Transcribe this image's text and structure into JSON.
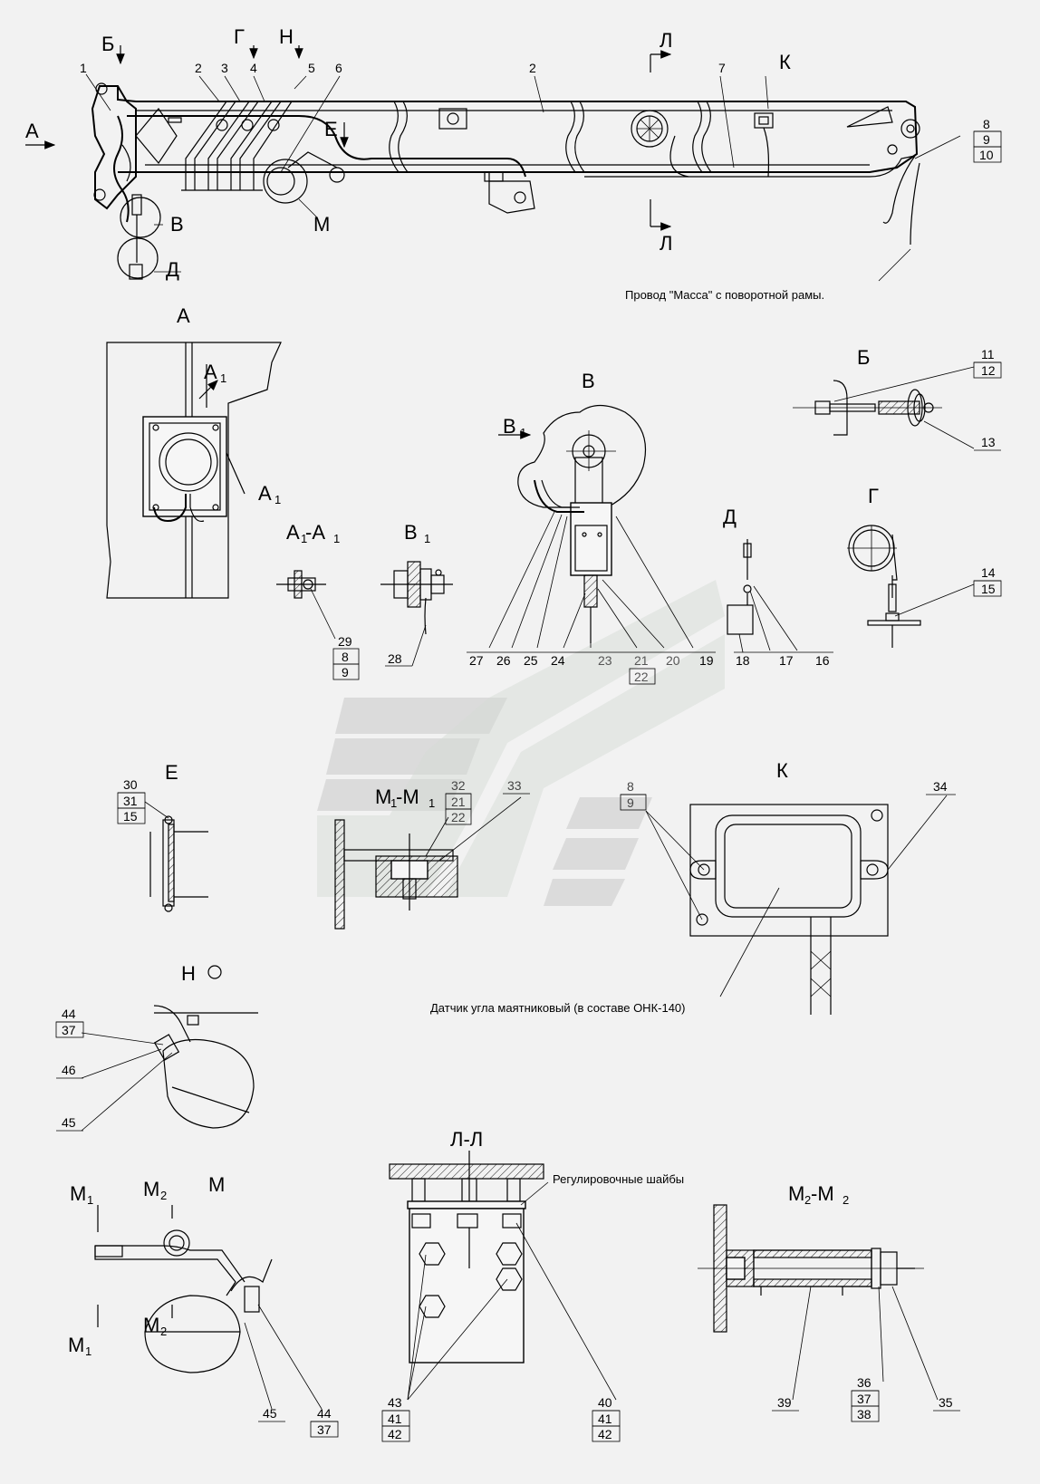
{
  "views": {
    "main_arrows": [
      "А",
      "Б",
      "Г",
      "Н",
      "Е",
      "Л",
      "Л",
      "К"
    ],
    "main_circles": [
      "В",
      "Д",
      "М"
    ],
    "A": "А",
    "A1": "А",
    "A1_sub": "1",
    "A1A1": "А",
    "A1A1_sub": "1",
    "A1A1_dash": "-А",
    "B": "Б",
    "V": "В",
    "V1": "В",
    "V1_sub": "1",
    "V1_view": "В",
    "G": "Г",
    "D": "Д",
    "E": "Е",
    "K": "К",
    "M1M1": "М",
    "M1M1_dash": "-М",
    "H": "Н",
    "M": "М",
    "M1": "М",
    "M2": "М",
    "LL": "Л-Л",
    "M2M2": "М",
    "M2M2_dash": "-М"
  },
  "notes": {
    "massa": "Провод \"Масса\" с поворотной рамы.",
    "sensor": "Датчик угла маятниковый (в составе ОНК-140)",
    "shims": "Регулировочные шайбы"
  },
  "callouts": {
    "top": [
      "1",
      "2",
      "3",
      "4",
      "5",
      "6",
      "2",
      "7"
    ],
    "top_stack": [
      "8",
      "9",
      "10"
    ],
    "B_stack": [
      "11",
      "12"
    ],
    "B_13": "13",
    "G_stack": [
      "14",
      "15"
    ],
    "V_row": [
      "27",
      "26",
      "25",
      "24",
      "23",
      "21",
      "20",
      "19"
    ],
    "V_22": "22",
    "D_row": [
      "18",
      "17",
      "16"
    ],
    "A1A1_stack": [
      "29",
      "8",
      "9"
    ],
    "V1_28": "28",
    "E_stack": [
      "30",
      "31",
      "15"
    ],
    "M1M1_stack": [
      "32",
      "21",
      "22"
    ],
    "M1M1_33": "33",
    "K_stack": [
      "8",
      "9"
    ],
    "K_34": "34",
    "H_stack": [
      "44",
      "37"
    ],
    "H_46": "46",
    "H_45": "45",
    "M_45": "45",
    "M_stack": [
      "44",
      "37"
    ],
    "LL_left": [
      "43",
      "41",
      "42"
    ],
    "LL_right": [
      "40",
      "41",
      "42"
    ],
    "M2_39": "39",
    "M2_stack": [
      "36",
      "37",
      "38"
    ],
    "M2_35": "35"
  },
  "subscript_one": "1",
  "subscript_two": "2"
}
